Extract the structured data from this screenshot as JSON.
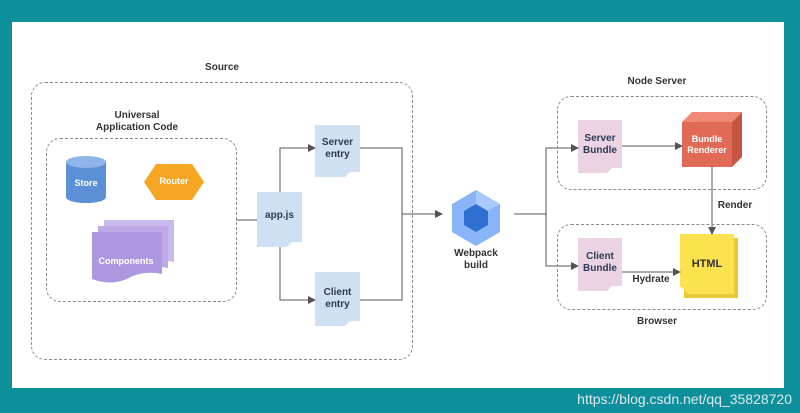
{
  "source": {
    "title": "Source"
  },
  "universal": {
    "line1": "Universal",
    "line2": "Application Code"
  },
  "store": {
    "label": "Store"
  },
  "router": {
    "label": "Router"
  },
  "components": {
    "label": "Components"
  },
  "appjs": {
    "label": "app.js"
  },
  "server_entry": {
    "line1": "Server",
    "line2": "entry"
  },
  "client_entry": {
    "line1": "Client",
    "line2": "entry"
  },
  "webpack": {
    "line1": "Webpack",
    "line2": "build"
  },
  "node_server": {
    "title": "Node Server"
  },
  "server_bundle": {
    "line1": "Server",
    "line2": "Bundle"
  },
  "bundle_renderer": {
    "line1": "Bundle",
    "line2": "Renderer"
  },
  "render": {
    "label": "Render"
  },
  "client_bundle": {
    "line1": "Client",
    "line2": "Bundle"
  },
  "hydrate": {
    "label": "Hydrate"
  },
  "html_node": {
    "label": "HTML"
  },
  "browser": {
    "title": "Browser"
  },
  "watermark": {
    "text": "https://blog.csdn.net/qq_35828720"
  },
  "colors": {
    "frame": "#0d8f9c",
    "store": "#5b8fd6",
    "router": "#f5a623",
    "components": "#b7a4e3",
    "doc_blue": "#cfe0f3",
    "doc_pink": "#ecd3e4",
    "renderer": "#e06a55",
    "html": "#fde24f",
    "webpack": "#8ab4f8"
  }
}
